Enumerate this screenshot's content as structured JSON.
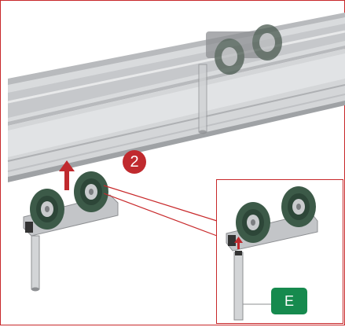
{
  "step": {
    "number": "2"
  },
  "detail": {
    "part_label": "E"
  },
  "icons": [
    "track-rail",
    "roller-trolley",
    "up-arrow",
    "detail-inset",
    "locking-pin"
  ],
  "colors": {
    "accent_red": "#c02a2e",
    "frame_red": "#c8282a",
    "label_green": "#168a4e",
    "wheel_green": "#3c5a48",
    "rail_gray": "#c9cbcd"
  }
}
